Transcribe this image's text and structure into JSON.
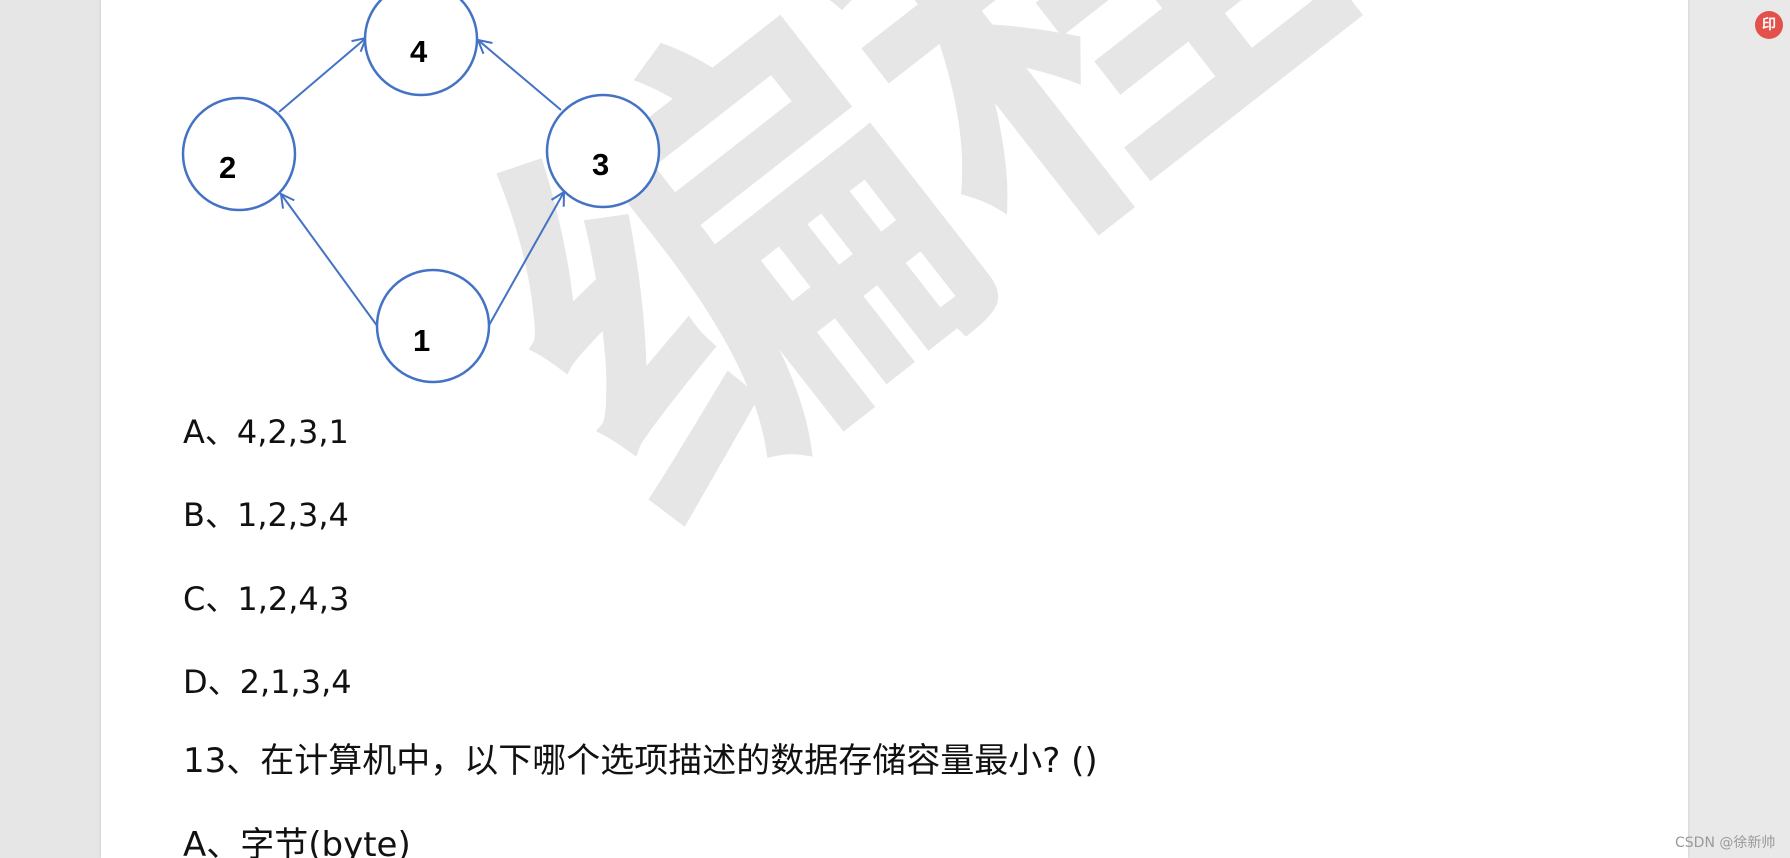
{
  "diagram": {
    "nodes": [
      {
        "id": "n4",
        "label": "4"
      },
      {
        "id": "n2",
        "label": "2"
      },
      {
        "id": "n3",
        "label": "3"
      },
      {
        "id": "n1",
        "label": "1"
      }
    ],
    "edges": [
      {
        "from": "1",
        "to": "2"
      },
      {
        "from": "1",
        "to": "3"
      },
      {
        "from": "2",
        "to": "4"
      },
      {
        "from": "3",
        "to": "4"
      }
    ],
    "line_color": "#4472c4"
  },
  "options": [
    {
      "text": "A、4,2,3,1"
    },
    {
      "text": "B、1,2,3,4"
    },
    {
      "text": "C、1,2,4,3"
    },
    {
      "text": "D、2,1,3,4"
    }
  ],
  "question13": {
    "text": "13、在计算机中，以下哪个选项描述的数据存储容量最小? ()"
  },
  "next_option": {
    "text": "A、字节(byte)"
  },
  "floating_button": {
    "label": "印",
    "color": "#e2524a"
  },
  "footer": {
    "csdn_watermark": "CSDN @徐新帅"
  },
  "watermark": {
    "text": "编程",
    "color": "#e6e6e6"
  }
}
